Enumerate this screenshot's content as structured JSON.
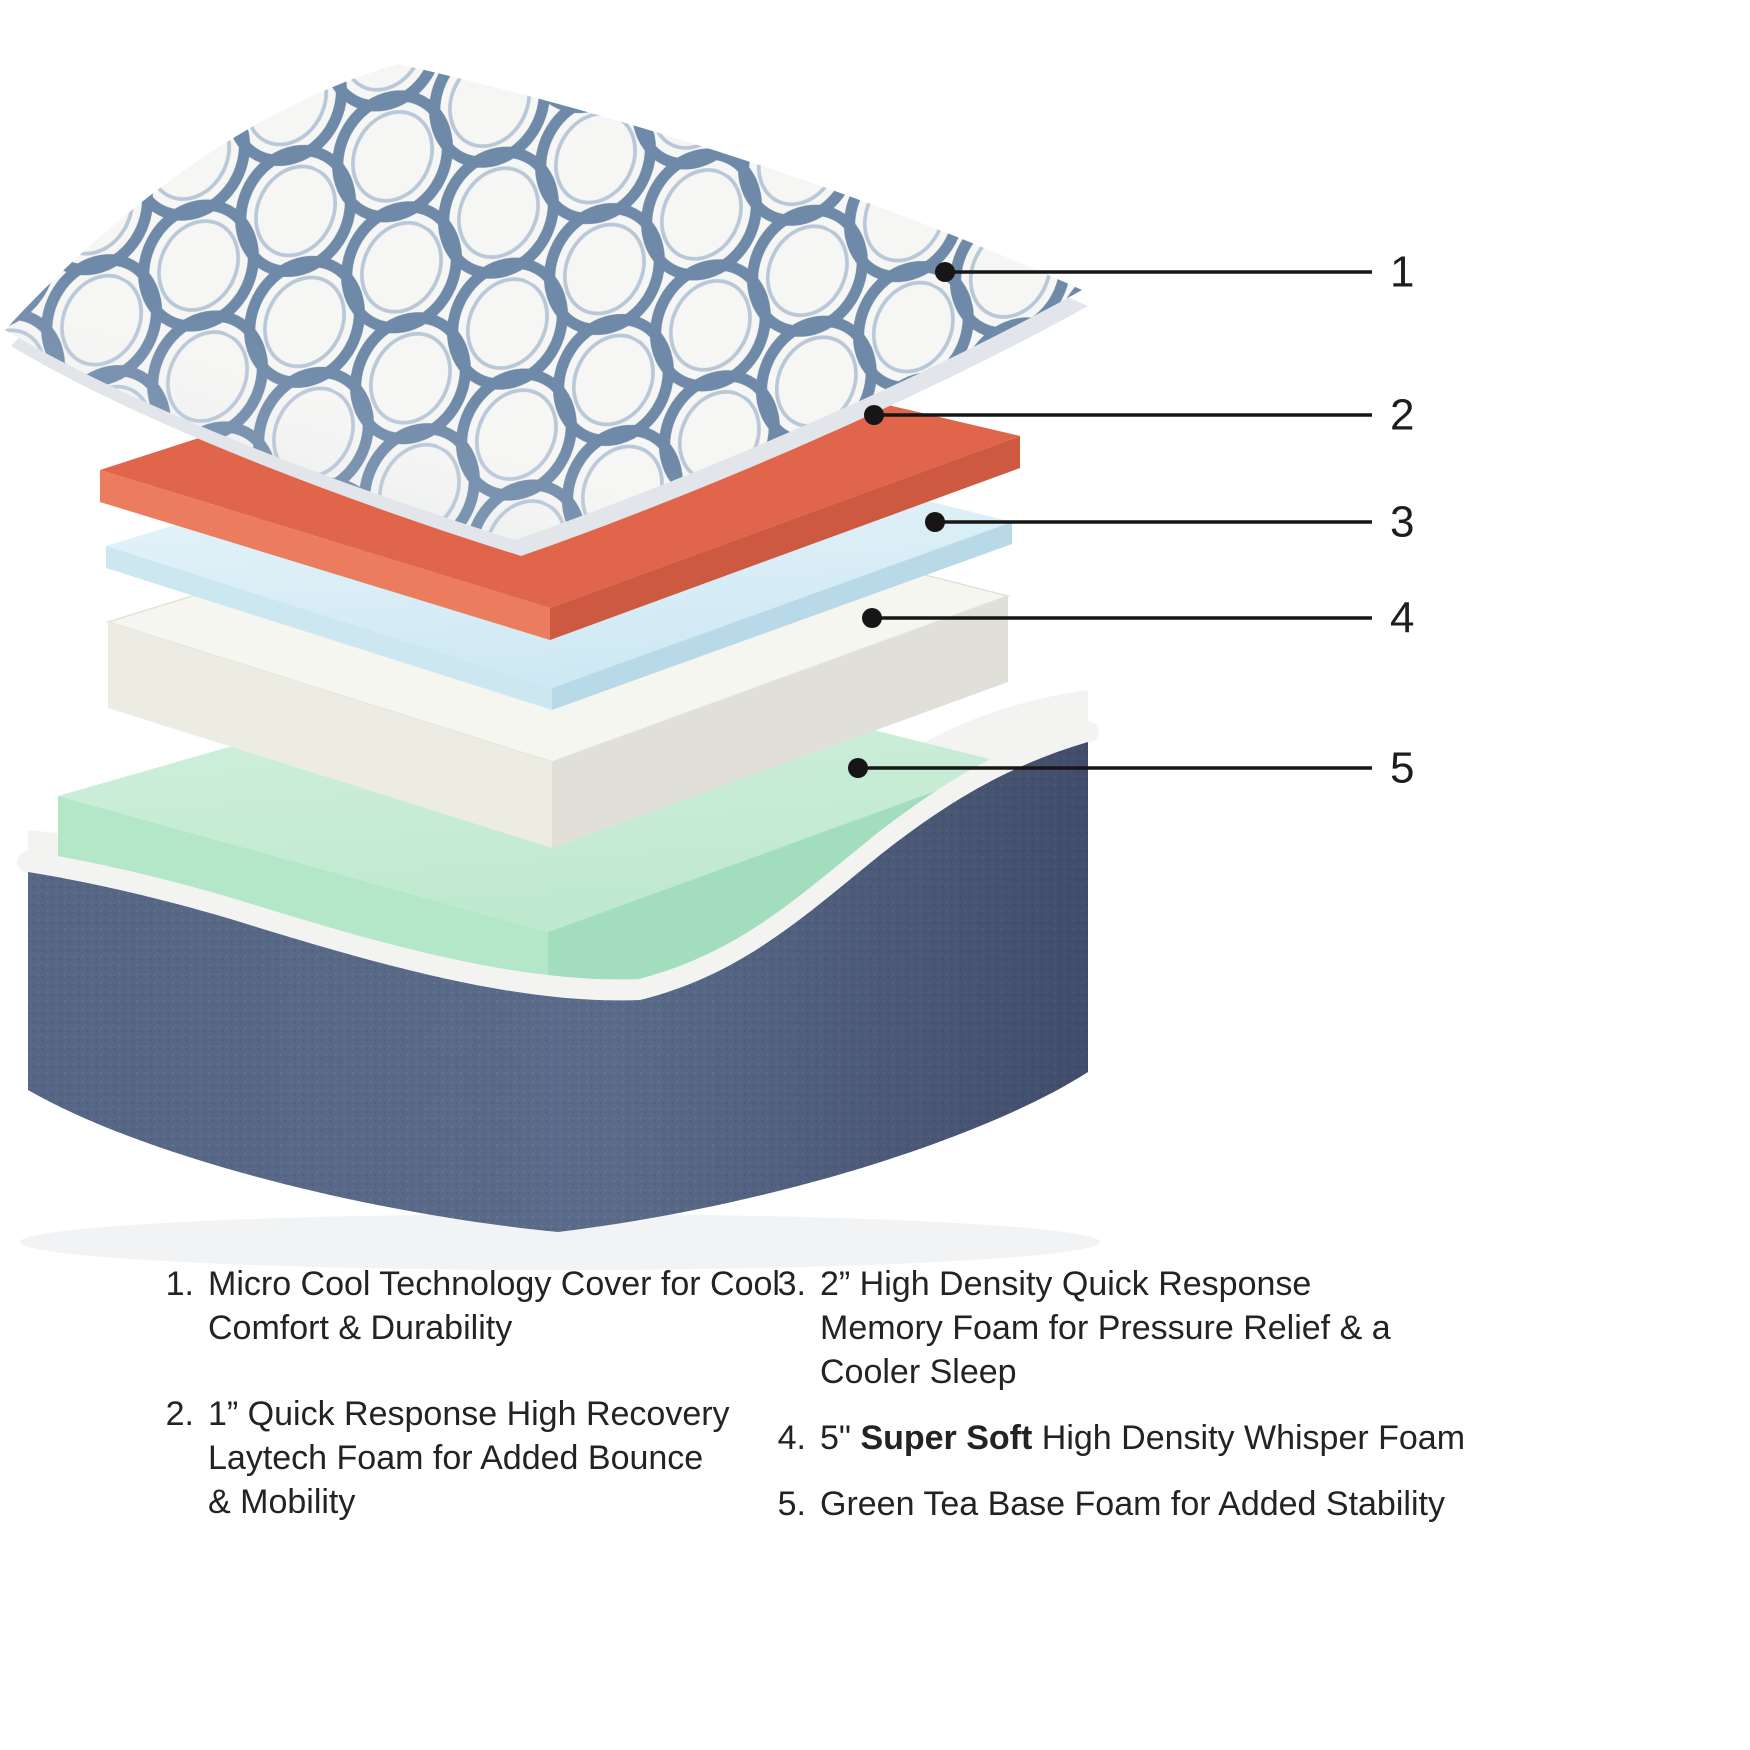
{
  "callouts": [
    {
      "number": "1"
    },
    {
      "number": "2"
    },
    {
      "number": "3"
    },
    {
      "number": "4"
    },
    {
      "number": "5"
    }
  ],
  "legend": {
    "left": [
      {
        "number": "1.",
        "lines": [
          "Micro Cool Technology Cover for Cool",
          "Comfort & Durability"
        ]
      },
      {
        "number": "2.",
        "lines": [
          "1” Quick Response High Recovery",
          "Laytech Foam for Added Bounce",
          "& Mobility"
        ]
      }
    ],
    "right": [
      {
        "number": "3.",
        "lines": [
          "2” High Density Quick Response",
          "Memory Foam for Pressure Relief & a",
          "Cooler Sleep"
        ]
      },
      {
        "number": "4.",
        "pre": "5\" ",
        "bold": "Super Soft",
        "post": " High Density Whisper Foam"
      },
      {
        "number": "5.",
        "lines": [
          "Green Tea Base Foam for Added Stability"
        ]
      }
    ]
  },
  "layers": [
    {
      "callout": "1",
      "name": "Micro Cool Technology Cover",
      "color": "#6f8aa9"
    },
    {
      "callout": "2",
      "name": "Quick Response High Recovery Laytech Foam",
      "color": "#e0654a"
    },
    {
      "callout": "3",
      "name": "High Density Quick Response Memory Foam",
      "color": "#d9edf6"
    },
    {
      "callout": "4",
      "name": "Super Soft High Density Whisper Foam",
      "color": "#f6f6f0"
    },
    {
      "callout": "5",
      "name": "Green Tea Base Foam",
      "color": "#c9eed8"
    }
  ],
  "colors": {
    "cover_pattern_blue": "#6f8aa9",
    "laytech_orange": "#e0654a",
    "memory_foam_blue": "#d9edf6",
    "whisper_foam_white": "#f6f6f0",
    "base_foam_green": "#c9eed8",
    "base_cover_denim": "#5a6b8a",
    "callout_black": "#1c1c1c"
  }
}
